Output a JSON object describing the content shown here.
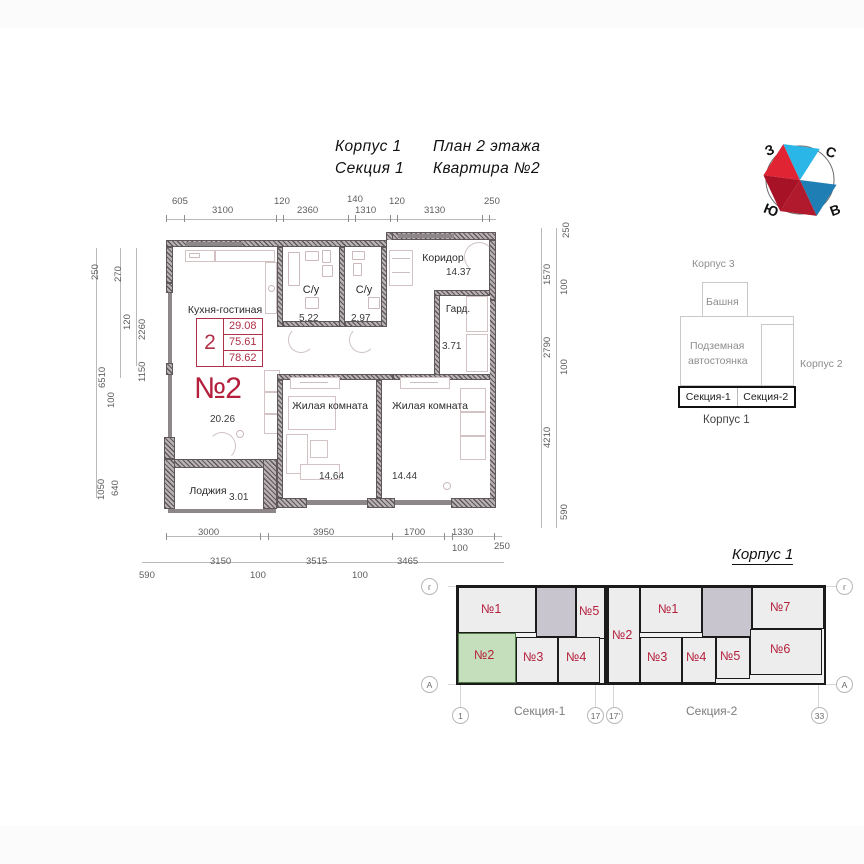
{
  "title": {
    "line1_left": "Корпус 1",
    "line1_right": "План 2 этажа",
    "line2_left": "Секция 1",
    "line2_right": "Квартира №2"
  },
  "compass": {
    "north": "С",
    "south": "Ю",
    "east": "В",
    "west": "З"
  },
  "apartment": {
    "rooms": "2",
    "area_living": "29.08",
    "area_total": "75.61",
    "area_with_loggia": "78.62",
    "number_prefix": "№",
    "number": "2",
    "accent_color": "#b4203c"
  },
  "rooms": [
    {
      "name": "Кухня-гостиная",
      "area": "20.26"
    },
    {
      "name": "С/у",
      "area": "5.22"
    },
    {
      "name": "С/у",
      "area": "2.97"
    },
    {
      "name": "Коридор",
      "area": "14.37"
    },
    {
      "name": "Гард.",
      "area": "3.71"
    },
    {
      "name": "Жилая комната",
      "area": "14.64"
    },
    {
      "name": "Жилая комната",
      "area": "14.44"
    },
    {
      "name": "Лоджия",
      "area": "3.01"
    }
  ],
  "dimensions": {
    "top_outer": [
      "605",
      "3100",
      "120",
      "2360",
      "140",
      "1310",
      "120",
      "3130",
      "250"
    ],
    "top_small": [
      "605",
      "120",
      "140",
      "120",
      "250"
    ],
    "left_outer": [
      "6510"
    ],
    "left_mid": [
      "250",
      "270",
      "2260",
      "120",
      "1150",
      "100"
    ],
    "left_bottom": [
      "1050",
      "640"
    ],
    "right": [
      "250",
      "1570",
      "100",
      "2790",
      "100",
      "4210",
      "590"
    ],
    "bottom_row1": [
      "3000",
      "3950",
      "1700",
      "1330",
      "100",
      "250"
    ],
    "bottom_row2": [
      "590",
      "3150",
      "100",
      "3515",
      "100",
      "3465"
    ]
  },
  "site_plan": {
    "korpus3": "Корпус 3",
    "bashnya": "Башня",
    "parking_line1": "Подземная",
    "parking_line2": "автостоянка",
    "korpus2": "Корпус 2",
    "section1": "Секция-1",
    "section2": "Секция-2",
    "korpus1": "Корпус 1"
  },
  "key_plan": {
    "title": "Корпус 1",
    "section1_label": "Секция-1",
    "section2_label": "Секция-2",
    "axis_left_top": "г",
    "axis_right_top": "г",
    "axis_left_bottom": "А",
    "axis_right_bottom": "А",
    "axis_1": "1",
    "axis_17": "17",
    "axis_17p": "17'",
    "axis_33": "33",
    "selected_unit": "2",
    "selected_color": "#c5dfbc",
    "section1_units": [
      "1",
      "5",
      "2",
      "3",
      "4"
    ],
    "section2_units": [
      "1",
      "2",
      "7",
      "3",
      "4",
      "5",
      "6"
    ]
  }
}
